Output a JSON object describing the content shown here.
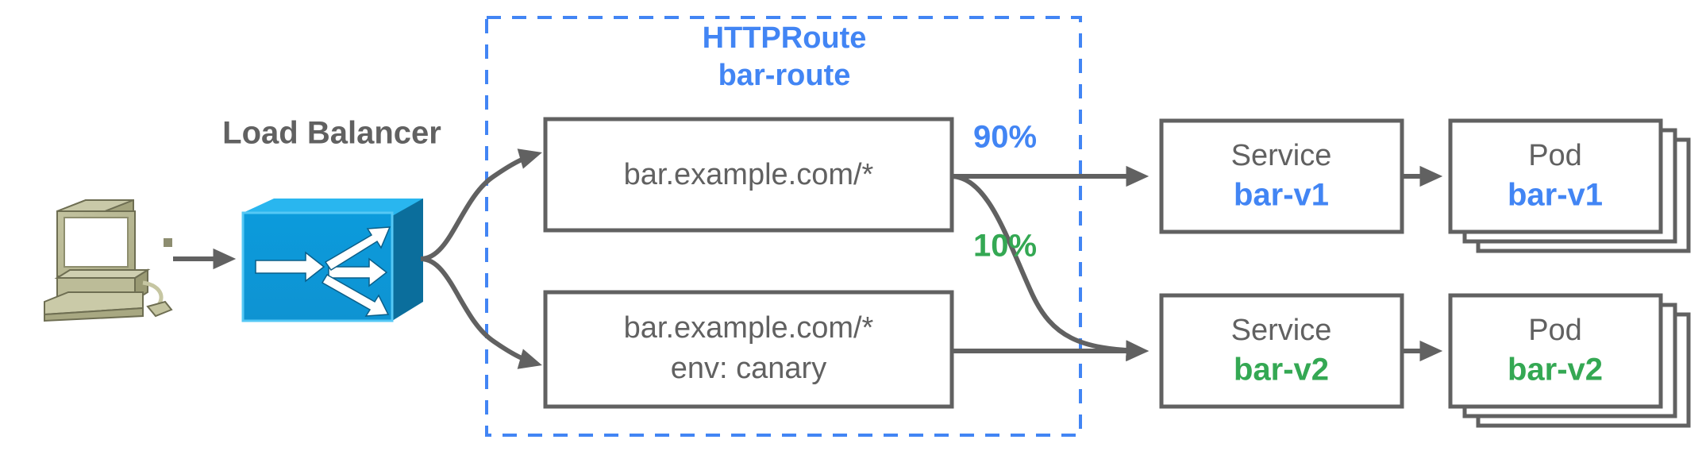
{
  "diagram": {
    "title_label": "Load Balancer",
    "boundary": {
      "kind_label": "HTTPRoute",
      "name_label": "bar-route",
      "accent_color": "#4285F4"
    },
    "client": {
      "icon_name": "desktop-computer-icon"
    },
    "load_balancer": {
      "icon_name": "load-balancer-icon",
      "color": "#0098DB"
    },
    "rules": [
      {
        "line1": "bar.example.com/*",
        "line2": ""
      },
      {
        "line1": "bar.example.com/*",
        "line2": "env: canary"
      }
    ],
    "weights": [
      {
        "label": "90%",
        "color": "#4285F4"
      },
      {
        "label": "10%",
        "color": "#34A853"
      }
    ],
    "services": [
      {
        "kind": "Service",
        "name": "bar-v1",
        "color": "#4285F4"
      },
      {
        "kind": "Service",
        "name": "bar-v2",
        "color": "#34A853"
      }
    ],
    "pods": [
      {
        "kind": "Pod",
        "name": "bar-v1",
        "color": "#4285F4",
        "replicas": 3
      },
      {
        "kind": "Pod",
        "name": "bar-v2",
        "color": "#34A853",
        "replicas": 3
      }
    ],
    "colors": {
      "stroke_gray": "#616161",
      "blue": "#4285F4",
      "green": "#34A853",
      "lb_blue": "#0098DB",
      "computer_khaki": "#B5B58E"
    }
  }
}
